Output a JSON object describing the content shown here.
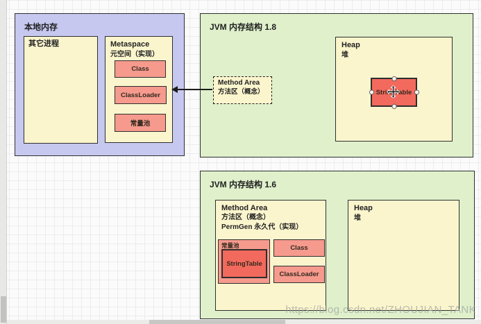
{
  "colors": {
    "container_purple": "#c6c8f0",
    "container_green": "#dff0cb",
    "box_yellow": "#fbf5cd",
    "box_salmon": "#f69a8e",
    "box_red_selected": "#f26a5d",
    "border": "#2e2e2e"
  },
  "native_memory": {
    "title": "本地内存",
    "other_process": {
      "label": "其它进程"
    },
    "metaspace": {
      "title": "Metaspace",
      "subtitle": "元空间（实现）",
      "items": [
        "Class",
        "ClassLoader",
        "常量池"
      ]
    }
  },
  "jvm18": {
    "title": "JVM 内存结构 1.8",
    "method_area": {
      "title": "Method Area",
      "subtitle": "方法区（概念）"
    },
    "heap": {
      "title": "Heap",
      "subtitle": "堆",
      "string_table": {
        "label": "StringTable",
        "selected": true
      }
    }
  },
  "jvm16": {
    "title": "JVM 内存结构 1.6",
    "method_area": {
      "title": "Method Area",
      "line2": "方法区（概念）",
      "line3": "PermGen 永久代（实现）",
      "constant_pool": {
        "label": "常量池",
        "string_table": "StringTable"
      },
      "items": [
        "Class",
        "ClassLoader"
      ]
    },
    "heap": {
      "title": "Heap",
      "subtitle": "堆"
    }
  },
  "watermark": "https://blog.csdn.net/ZHOUJIAN_TANK"
}
